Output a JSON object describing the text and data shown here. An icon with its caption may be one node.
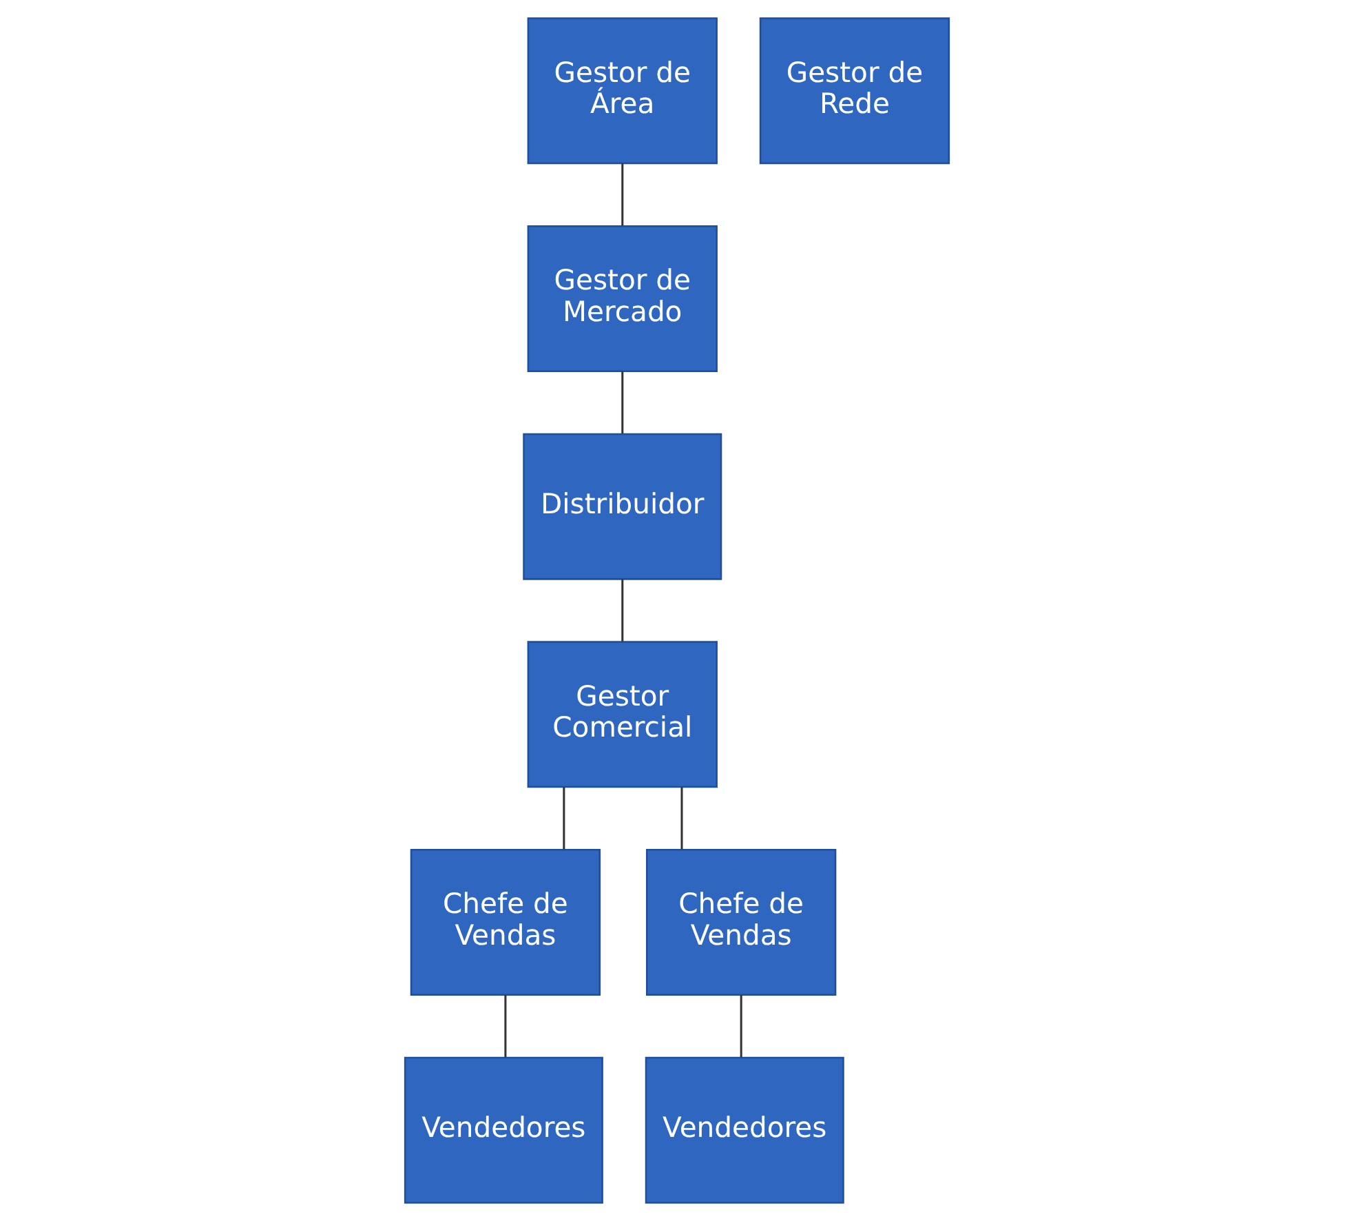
{
  "diagram": {
    "nodes": [
      {
        "text": [
          "Gestor de Área"
        ]
      },
      {
        "text": [
          "Gestor de Rede"
        ]
      },
      {
        "text": [
          "Gestor de Mercado"
        ]
      },
      {
        "text": [
          "Distribuidor"
        ]
      },
      {
        "text": [
          "Gestor Comercial"
        ]
      },
      {
        "text": [
          "Chefe de Vendas"
        ]
      },
      {
        "text": [
          "Chefe de Vendas"
        ]
      },
      {
        "text": [
          "Vendedores"
        ]
      },
      {
        "text": [
          "Vendedores"
        ]
      }
    ],
    "edges": [
      {
        "from": 0,
        "to": 2,
        "arrow": "none"
      },
      {
        "from": 2,
        "to": 3,
        "arrow": "none"
      },
      {
        "from": 3,
        "to": 4,
        "arrow": "none"
      },
      {
        "from": 4,
        "to": 5,
        "arrow": "none"
      },
      {
        "from": 4,
        "to": 6,
        "arrow": "none"
      },
      {
        "from": 5,
        "to": 7,
        "arrow": "none"
      },
      {
        "from": 6,
        "to": 8,
        "arrow": "none"
      }
    ]
  }
}
